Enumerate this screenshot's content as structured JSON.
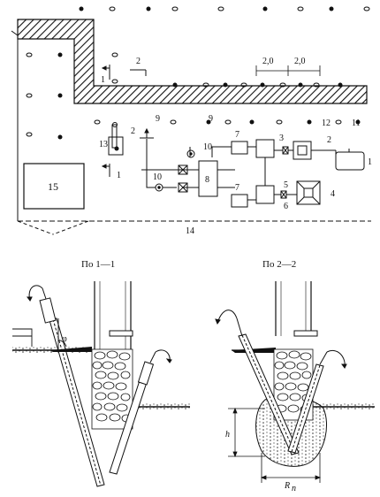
{
  "plan": {
    "section_mark_1": "1",
    "section_mark_2": "2",
    "dim_spacing_a": "2,0",
    "dim_spacing_b": "2,0",
    "callouts": {
      "n1": "1",
      "n2": "2",
      "n3": "3",
      "n4": "4",
      "n5": "5",
      "n6": "6",
      "n7": "7",
      "n8": "8",
      "n9": "9",
      "n10": "10",
      "n11": "11",
      "n12": "12",
      "n13": "13",
      "n14": "14",
      "n15": "15"
    }
  },
  "sections": {
    "left_caption": "По 1—1",
    "right_caption": "По 2—2",
    "angle_label": "φ",
    "depth_label": "h",
    "radius_label": "R",
    "radius_sub": "n"
  }
}
